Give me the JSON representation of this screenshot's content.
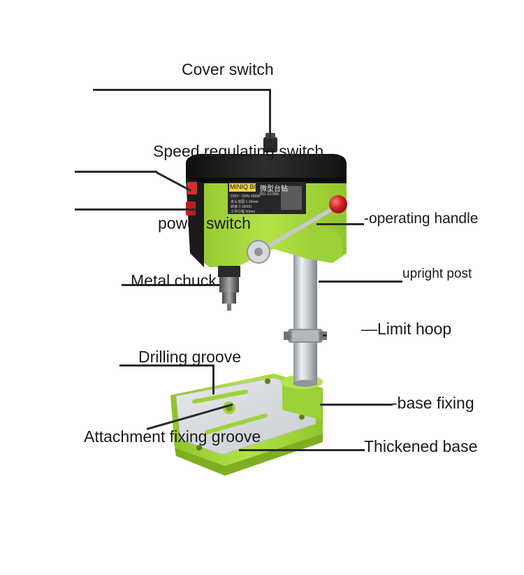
{
  "labels": {
    "cover_switch": "Cover switch",
    "speed_switch": "Speed regulating switch",
    "power_switch": "power switch",
    "operating_handle": "-operating handle",
    "upright_post": "upright post",
    "metal_chuck": "Metal chuck",
    "limit_hoop": "—Limit hoop",
    "drilling_groove": "Drilling groove",
    "base_fixing": "-base fixing",
    "attachment_groove": "Attachment fixing groove",
    "thickened_base": "Thickened base"
  },
  "panel": {
    "brand": "MINIQ BG",
    "model": "微型台钻",
    "model_code": "BG-5156E",
    "specs": [
      "220V~  50Hz  680W",
      "夹头范围 1-10mm",
      "转速 0-16000",
      "工作行程 50mm"
    ]
  },
  "colors": {
    "body_green": "#a6d93a",
    "head_black": "#1c1c1c",
    "base_plate": "#d9d9d9",
    "post_steel": "#c8ccd0",
    "handle_knob": "#d8262b"
  }
}
